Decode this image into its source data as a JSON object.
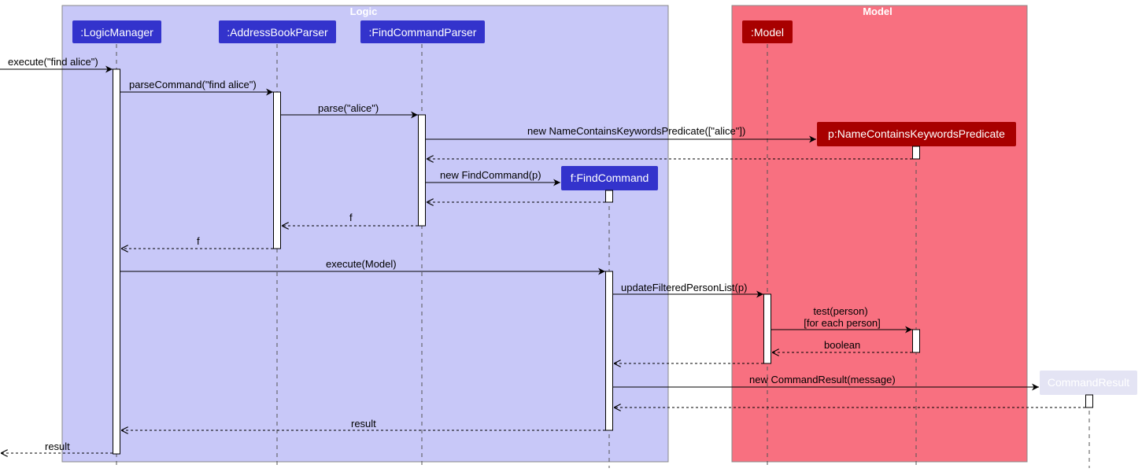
{
  "groups": {
    "logic": {
      "title": "Logic",
      "color": "#c8c8f8"
    },
    "model": {
      "title": "Model",
      "color": "#f87080"
    }
  },
  "participants": {
    "logic_manager": ":LogicManager",
    "address_book_parser": ":AddressBookParser",
    "find_command_parser": ":FindCommandParser",
    "find_command": "f:FindCommand",
    "model": ":Model",
    "predicate": "p:NameContainsKeywordsPredicate",
    "command_result": "CommandResult"
  },
  "messages": {
    "m1": "execute(\"find alice\")",
    "m2": "parseCommand(\"find alice\")",
    "m3": "parse(\"alice\")",
    "m4": "new NameContainsKeywordsPredicate([\"alice\"])",
    "m5": "new FindCommand(p)",
    "m6": "f",
    "m7": "f",
    "m8": "execute(Model)",
    "m9": "updateFilteredPersonList(p)",
    "m10a": "test(person)",
    "m10b": "[for each person]",
    "m11": "boolean",
    "m12": "new CommandResult(message)",
    "m13": "result",
    "m14": "result"
  },
  "colors": {
    "logic_participant": "#3333cc",
    "model_participant": "#a80000",
    "command_result_box": "#e4e4f4"
  }
}
